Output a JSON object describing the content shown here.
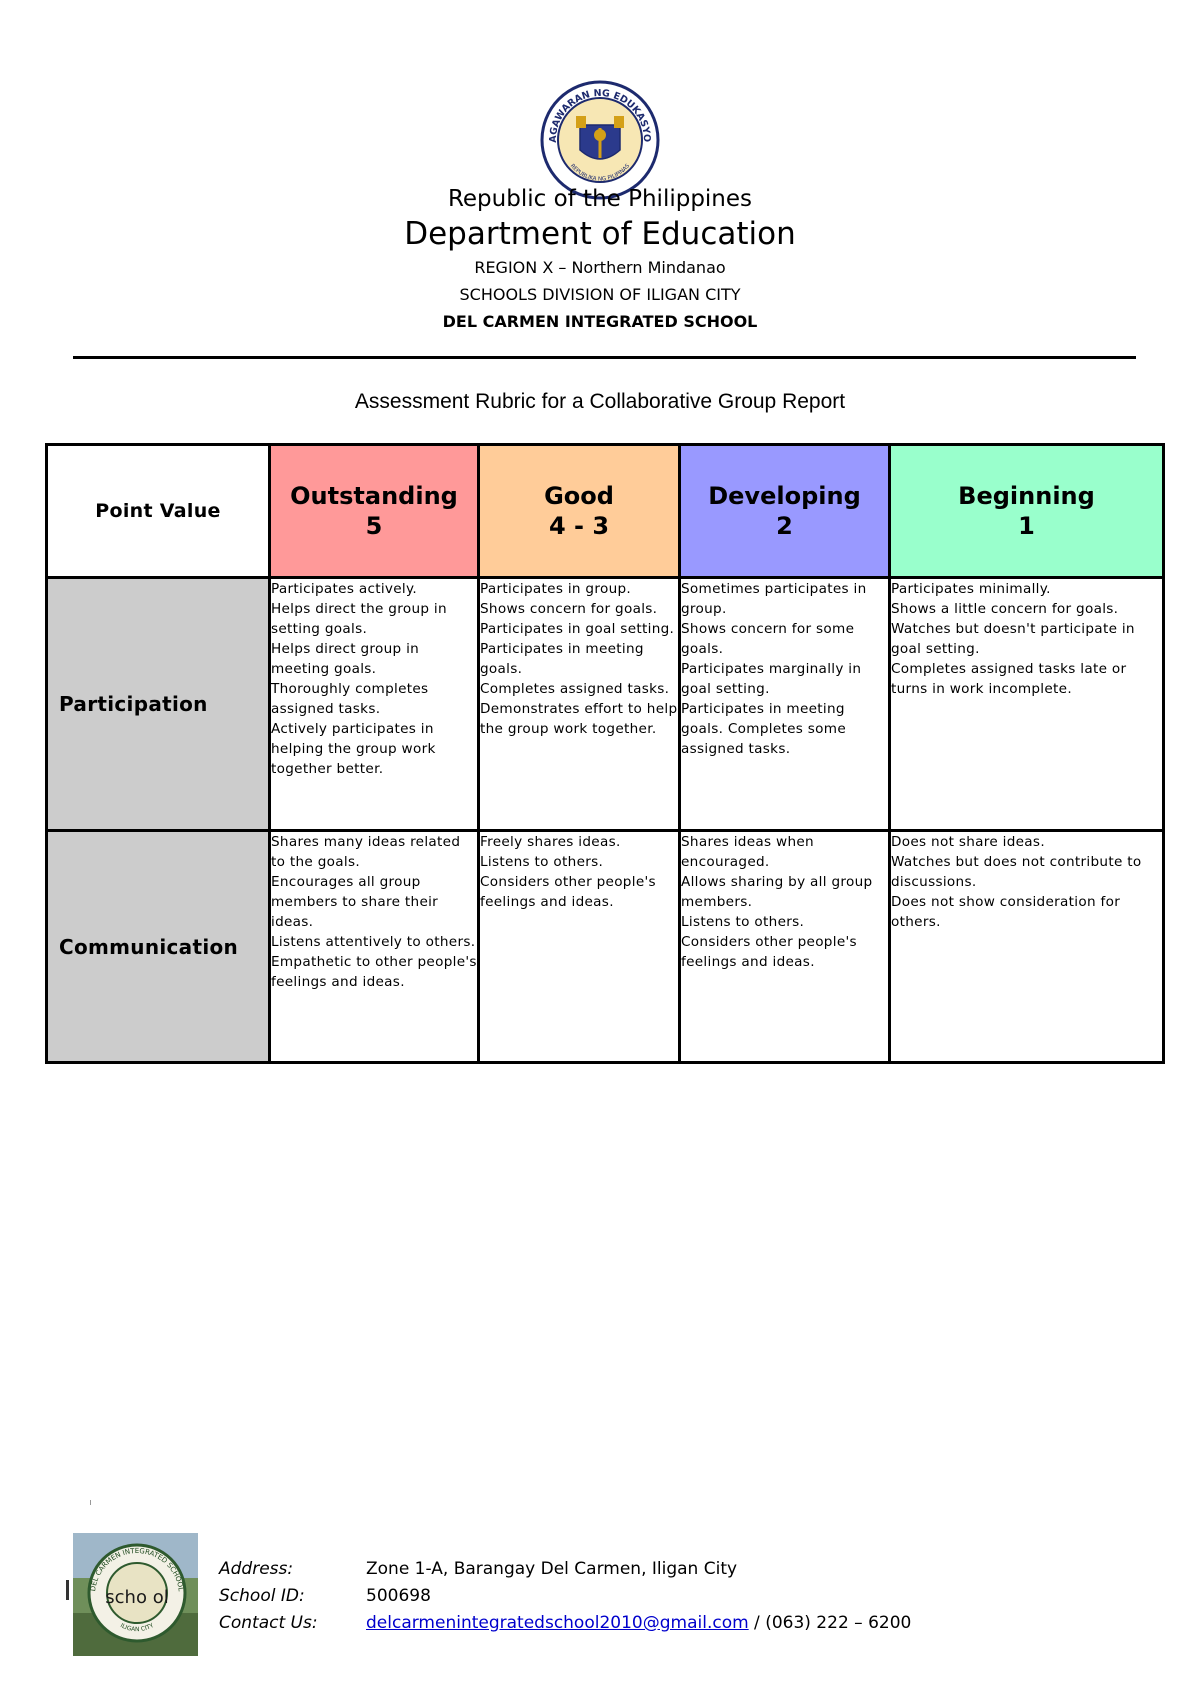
{
  "letterhead": {
    "seal_text_top": "KAGAWARAN NG EDUKASYON",
    "seal_text_bottom": "REPUBLIKA NG PILIPINAS",
    "republic": "Republic of the Philippines",
    "department": "Department of Education",
    "region": "REGION X – Northern Mindanao",
    "division": "SCHOOLS DIVISION OF ILIGAN CITY",
    "school": "DEL CARMEN INTEGRATED SCHOOL"
  },
  "document_title": "Assessment Rubric for a Collaborative Group Report",
  "rubric": {
    "corner_label": "Point Value",
    "levels": [
      {
        "name": "Outstanding",
        "points": "5",
        "color": "#ff9999"
      },
      {
        "name": "Good",
        "points": "4 - 3",
        "color": "#ffcc99"
      },
      {
        "name": "Developing",
        "points": "2",
        "color": "#9999ff"
      },
      {
        "name": "Beginning",
        "points": "1",
        "color": "#99ffcc"
      }
    ],
    "criteria": [
      {
        "name": "Participation",
        "descriptors": [
          [
            "Participates actively.",
            "Helps direct the group in setting goals.",
            "Helps direct group in meeting goals.",
            "Thoroughly completes assigned tasks.",
            "Actively participates in helping the group work together better."
          ],
          [
            "Participates in group.",
            "Shows concern for goals. Participates in goal setting.",
            "Participates in meeting goals.",
            "Completes assigned tasks.",
            "Demonstrates effort to help the group work together."
          ],
          [
            "Sometimes participates in group.",
            "Shows concern for some goals.",
            "Participates marginally in goal setting.",
            "Participates in meeting goals. Completes some assigned tasks."
          ],
          [
            "Participates minimally.",
            "Shows a little concern for goals.",
            "Watches but doesn't participate in goal setting.",
            "Completes assigned tasks late or turns in work incomplete."
          ]
        ]
      },
      {
        "name": "Communication",
        "descriptors": [
          [
            "Shares many ideas related to the goals.",
            "Encourages all group members to share their ideas.",
            "Listens attentively to others.",
            "Empathetic to other people's feelings and ideas."
          ],
          [
            "Freely shares ideas.",
            "Listens to others.",
            "Considers other people's feelings and ideas."
          ],
          [
            "Shares ideas when encouraged.",
            "Allows sharing by all group members.",
            "Listens to others.",
            "Considers other people's feelings and ideas."
          ],
          [
            "Does not share ideas.",
            "Watches but does not contribute to discussions.",
            "Does not show consideration for others."
          ]
        ]
      }
    ]
  },
  "footer": {
    "logo_text": "scho ol",
    "logo_ring_text": "DEL CARMEN INTEGRATED SCHOOL",
    "logo_ring_bottom": "ILIGAN CITY",
    "address_label": "Address:",
    "address_value": "Zone 1-A, Barangay Del Carmen, Iligan City",
    "school_id_label": "School ID:",
    "school_id_value": "500698",
    "contact_label": "Contact Us:",
    "contact_email": "delcarmenintegratedschool2010@gmail.com",
    "contact_phone": " / (063) 222 – 6200"
  }
}
